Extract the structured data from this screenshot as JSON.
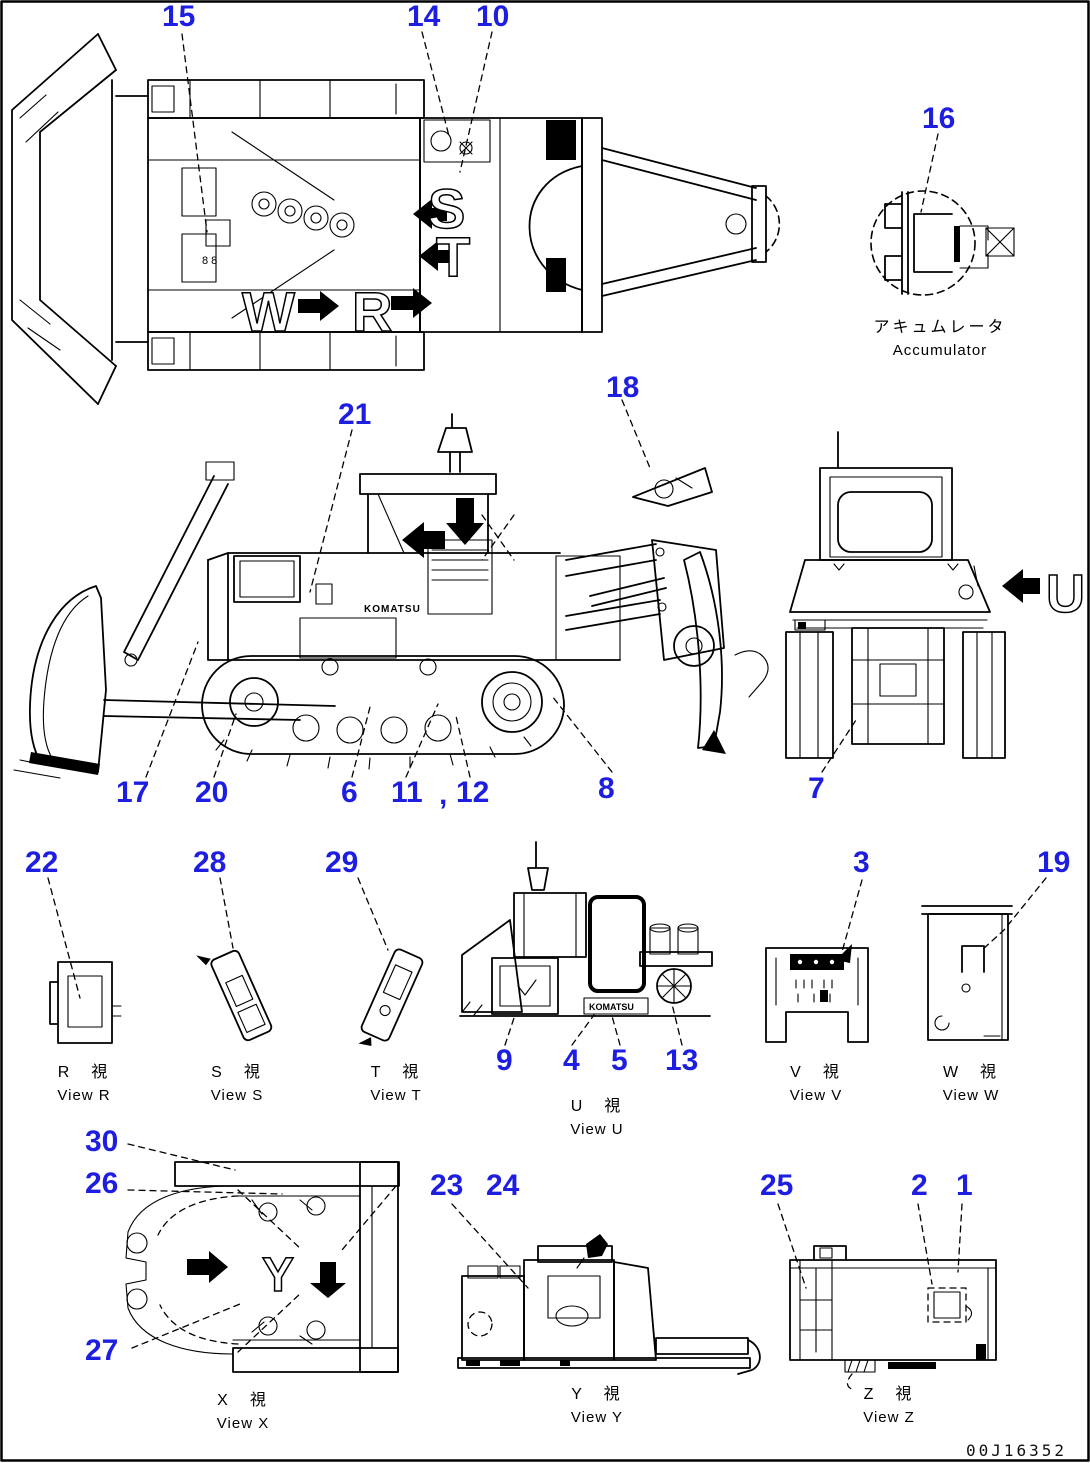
{
  "page": {
    "background": "#ffffff",
    "line_color": "#000000",
    "callout_color": "#1e1ee0",
    "watermark": "00J16352"
  },
  "callouts": [
    {
      "label": "15"
    },
    {
      "label": "14"
    },
    {
      "label": "10"
    },
    {
      "label": "16"
    },
    {
      "label": "21"
    },
    {
      "label": "18"
    },
    {
      "label": "17"
    },
    {
      "label": "20"
    },
    {
      "label": "6"
    },
    {
      "label": "11"
    },
    {
      "label": "12"
    },
    {
      "label": "8"
    },
    {
      "label": "7"
    },
    {
      "label": "22"
    },
    {
      "label": "28"
    },
    {
      "label": "29"
    },
    {
      "label": "9"
    },
    {
      "label": "4"
    },
    {
      "label": "5"
    },
    {
      "label": "13"
    },
    {
      "label": "3"
    },
    {
      "label": "19"
    },
    {
      "label": "30"
    },
    {
      "label": "26"
    },
    {
      "label": "27"
    },
    {
      "label": "23"
    },
    {
      "label": "24"
    },
    {
      "label": "25"
    },
    {
      "label": "2"
    },
    {
      "label": "1"
    }
  ],
  "punctuation": {
    "comma": ","
  },
  "letters": {
    "w": "W",
    "r": "R",
    "s": "S",
    "t": "T",
    "u": "U",
    "y": "Y"
  },
  "brand": {
    "komatsu": "KOMATSU"
  },
  "details": {
    "frame_marking": "8 8"
  },
  "accumulator": {
    "jp": "アキュムレータ",
    "en": "Accumulator"
  },
  "views": {
    "r": {
      "jp": "R　視",
      "en": "View R"
    },
    "s": {
      "jp": "S　視",
      "en": "View S"
    },
    "t": {
      "jp": "T　視",
      "en": "View T"
    },
    "u": {
      "jp": "U　視",
      "en": "View U"
    },
    "v": {
      "jp": "V　視",
      "en": "View V"
    },
    "w": {
      "jp": "W　視",
      "en": "View W"
    },
    "x": {
      "jp": "X　視",
      "en": "View X"
    },
    "y": {
      "jp": "Y　視",
      "en": "View Y"
    },
    "z": {
      "jp": "Z　視",
      "en": "View Z"
    }
  }
}
